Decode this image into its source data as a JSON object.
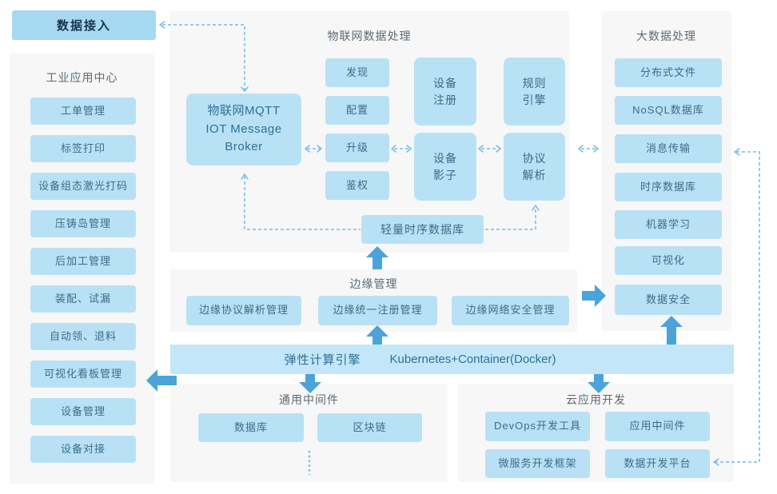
{
  "data_access": {
    "label": "数据接入"
  },
  "industrial_center": {
    "title": "工业应用中心",
    "items": [
      "工单管理",
      "标签打印",
      "设备组态激光打码",
      "压铸岛管理",
      "后加工管理",
      "装配、试漏",
      "自动领、退料",
      "可视化看板管理",
      "设备管理",
      "设备对接"
    ]
  },
  "iot": {
    "title": "物联网数据处理",
    "broker_lines": [
      "物联网MQTT",
      "IOT Message",
      "Broker"
    ],
    "functions": [
      "发现",
      "配置",
      "升级",
      "鉴权"
    ],
    "device_register": "设备\n注册",
    "device_shadow": "设备\n影子",
    "rule_engine": "规则\n引擎",
    "protocol_parse": "协议\n解析",
    "tsdb": "轻量时序数据库"
  },
  "bigdata": {
    "title": "大数据处理",
    "items": [
      "分布式文件",
      "NoSQL数据库",
      "消息传输",
      "时序数据库",
      "机器学习",
      "可视化",
      "数据安全"
    ]
  },
  "edge": {
    "title": "边缘管理",
    "items": [
      "边缘协议解析管理",
      "边缘统一注册管理",
      "边缘网络安全管理"
    ]
  },
  "compute_band": {
    "label_left": "弹性计算引擎",
    "label_right": "Kubernetes+Container(Docker)"
  },
  "middleware": {
    "title": "通用中间件",
    "items": [
      "数据库",
      "区块链"
    ]
  },
  "cloud_dev": {
    "title": "云应用开发",
    "items": [
      "DevOps开发工具",
      "应用中间件",
      "微服务开发框架",
      "数据开发平台"
    ]
  },
  "colors": {
    "box_fill": "#b9e1f5",
    "band_fill": "#c3e7f8",
    "button_fill": "#a6d9f1",
    "panel_bg": "#f7f7f8",
    "solid_arrow": "#4ba3d9",
    "dashed_line": "#74bce4",
    "box_text": "#3c6b89",
    "broker_text": "#2e7096",
    "title_text": "#5e6a72",
    "button_text": "#16344a"
  }
}
